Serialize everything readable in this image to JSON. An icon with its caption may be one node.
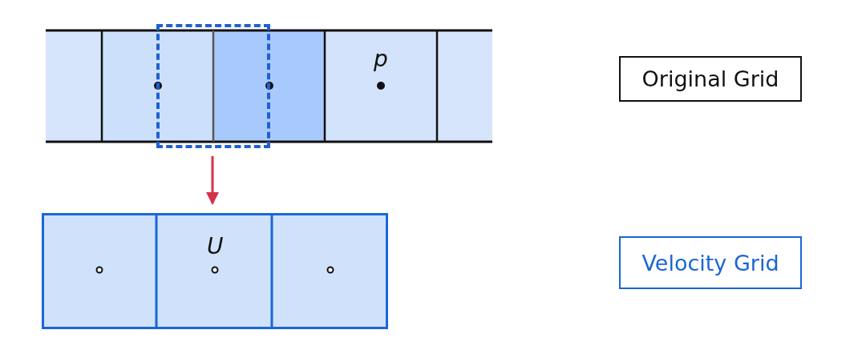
{
  "diagram": {
    "nodes": [
      {
        "text": [],
        "shape": "box"
      },
      {
        "text": [],
        "shape": "box"
      },
      {
        "text": [
          "Original Grid"
        ]
      },
      {
        "text": [
          "Velocity Grid"
        ]
      }
    ],
    "edges": [
      {
        "from": 0,
        "to": 1,
        "arrow": "to",
        "color": "#d6304a"
      }
    ],
    "labels": [
      "p",
      "U"
    ]
  }
}
